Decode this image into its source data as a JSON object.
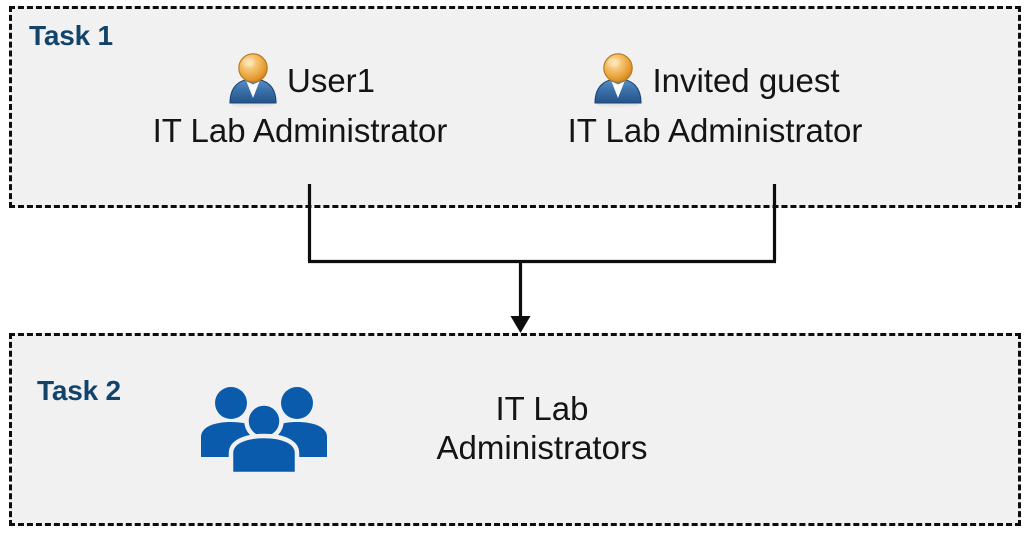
{
  "diagram": {
    "title_implicit": "Task flow: users to group",
    "colors": {
      "box_fill": "#f1f1f1",
      "box_border": "#0d0d0d",
      "task_label": "#12436b",
      "body_text": "#141414",
      "group_icon_blue": "#0a5bab",
      "user_icon_head": "#e8a33d",
      "user_icon_body": "#3a6fa8",
      "connector": "#0d0d0d"
    }
  },
  "task1": {
    "label": "Task 1",
    "people": [
      {
        "icon": "user-icon",
        "name": "User1",
        "role": "IT Lab Administrator"
      },
      {
        "icon": "user-icon",
        "name": "Invited guest",
        "role": "IT Lab Administrator"
      }
    ]
  },
  "task2": {
    "label": "Task 2",
    "group": {
      "icon": "users-group-icon",
      "name_line1": "IT Lab",
      "name_line2": "Administrators"
    }
  },
  "connector": {
    "type": "merge-arrow",
    "from": [
      "User1",
      "Invited guest"
    ],
    "to": "IT Lab Administrators",
    "arrow_direction": "down"
  }
}
